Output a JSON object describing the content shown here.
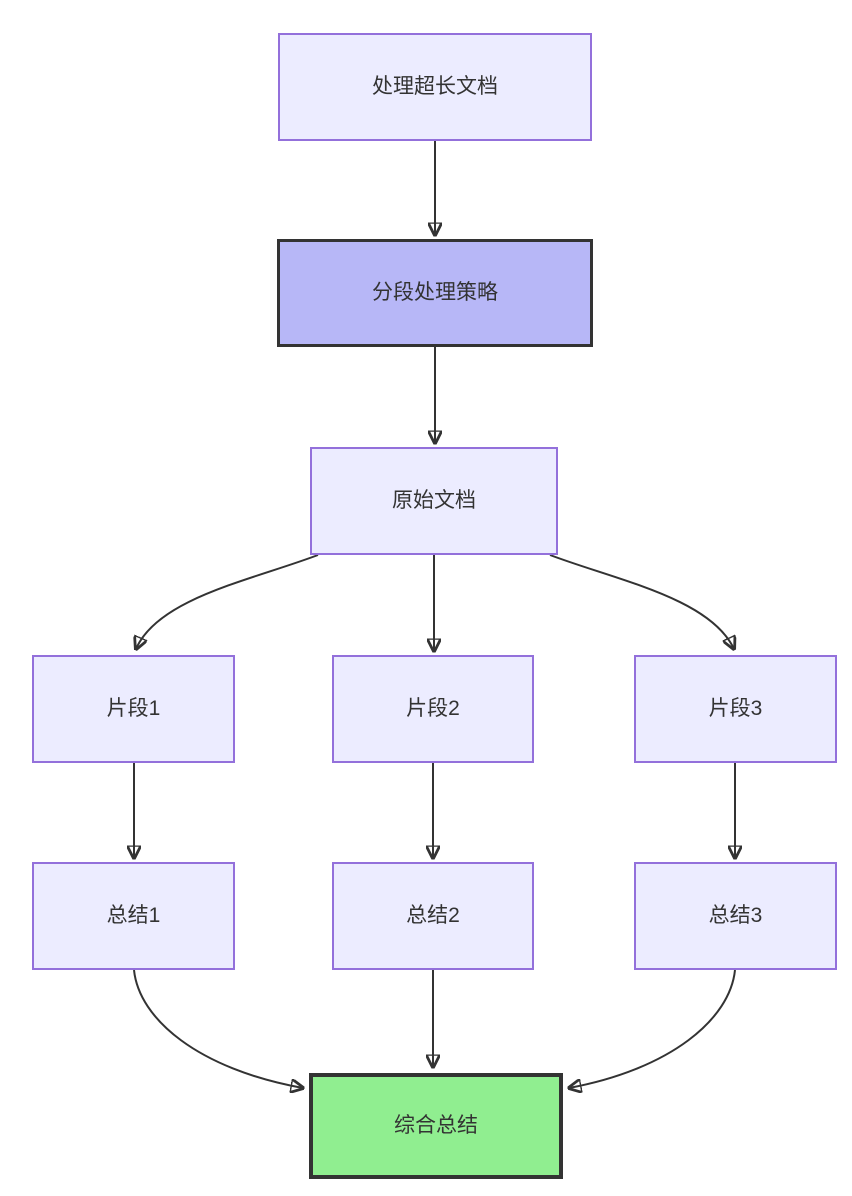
{
  "diagram": {
    "type": "flowchart-top-down",
    "background_color": "#ffffff",
    "edge_color": "#333333",
    "node_default_fill": "#ECECFF",
    "node_default_border": "#9370DB",
    "node_strategy_fill": "#B7B7F7",
    "node_strategy_border": "#333333",
    "node_final_fill": "#90EE90",
    "node_final_border": "#333333",
    "text_color": "#333333"
  },
  "nodes": {
    "A": {
      "label": "处理超长文档",
      "style": "default"
    },
    "B": {
      "label": "分段处理策略",
      "style": "strategy"
    },
    "C": {
      "label": "原始文档",
      "style": "default"
    },
    "D": {
      "label": "片段1",
      "style": "default"
    },
    "E": {
      "label": "片段2",
      "style": "default"
    },
    "F": {
      "label": "片段3",
      "style": "default"
    },
    "G": {
      "label": "总结1",
      "style": "default"
    },
    "H": {
      "label": "总结2",
      "style": "default"
    },
    "I": {
      "label": "总结3",
      "style": "default"
    }
  },
  "final_node": {
    "label": "综合总结",
    "style": "final"
  },
  "edges": [
    {
      "from": "处理超长文档",
      "to": "分段处理策略"
    },
    {
      "from": "分段处理策略",
      "to": "原始文档"
    },
    {
      "from": "原始文档",
      "to": "片段1"
    },
    {
      "from": "原始文档",
      "to": "片段2"
    },
    {
      "from": "原始文档",
      "to": "片段3"
    },
    {
      "from": "片段1",
      "to": "总结1"
    },
    {
      "from": "片段2",
      "to": "总结2"
    },
    {
      "from": "片段3",
      "to": "总结3"
    },
    {
      "from": "总结1",
      "to": "综合总结"
    },
    {
      "from": "总结2",
      "to": "综合总结"
    },
    {
      "from": "总结3",
      "to": "综合总结"
    }
  ]
}
